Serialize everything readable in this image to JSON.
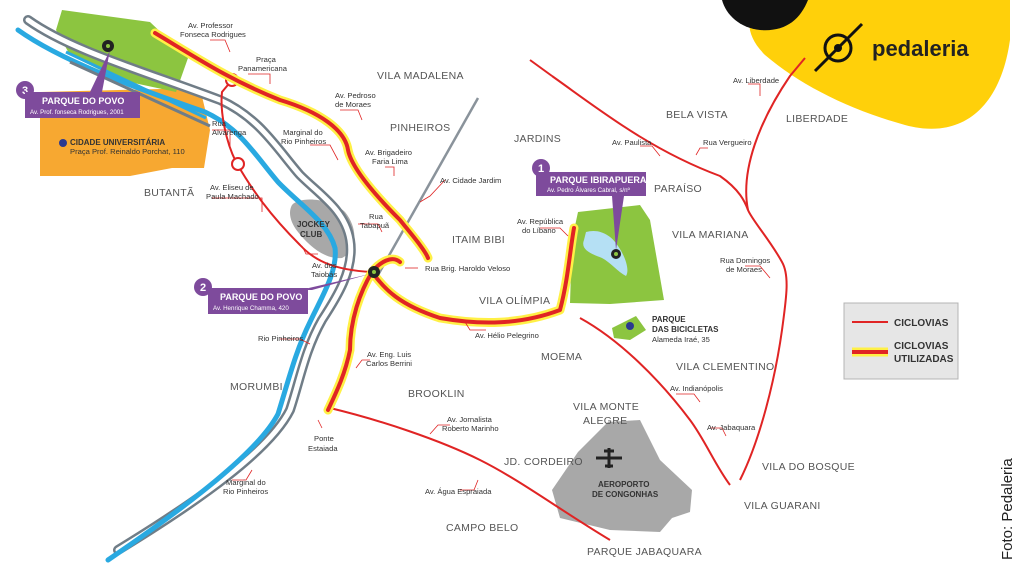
{
  "brand": {
    "name": "pedaleria",
    "credit": "Foto: Pedaleria",
    "colors": {
      "yellow": "#ffd00a",
      "black": "#111111",
      "purple": "#7e4b9c",
      "red": "#e02424",
      "green": "#8cc540",
      "orange": "#f7a831",
      "river_blue": "#29a9e1",
      "gray": "#a8a8a8"
    }
  },
  "neighborhoods": {
    "vila_madalena": "VILA MADALENA",
    "pinheiros": "PINHEIROS",
    "jardins": "JARDINS",
    "bela_vista": "BELA VISTA",
    "liberdade": "LIBERDADE",
    "paraiso": "PARAÍSO",
    "vila_mariana": "VILA MARIANA",
    "itaim_bibi": "ITAIM BIBI",
    "vila_olimpia": "VILA OLÍMPIA",
    "moema": "MOEMA",
    "vila_clementino": "VILA CLEMENTINO",
    "butanta": "BUTANTÃ",
    "morumbi": "MORUMBI",
    "brooklin": "BROOKLIN",
    "vila_monte_alegre_1": "VILA MONTE",
    "vila_monte_alegre_2": "ALEGRE",
    "jd_cordeiro": "JD. CORDEIRO",
    "vila_do_bosque": "VILA DO BOSQUE",
    "vila_guarani": "VILA GUARANI",
    "campo_belo": "CAMPO BELO",
    "parque_jabaquara": "PARQUE JABAQUARA"
  },
  "streets": {
    "prof_fonseca_1": "Av. Professor",
    "prof_fonseca_2": "Fonseca Rodrigues",
    "praca_pan_1": "Praça",
    "praca_pan_2": "Panamericana",
    "pedroso_1": "Av. Pedroso",
    "pedroso_2": "de Moraes",
    "alvarenga_1": "Rua",
    "alvarenga_2": "Alvarenga",
    "marginal_1": "Marginal do",
    "marginal_2": "Rio Pinheiros",
    "faria_lima_1": "Av. Brigadeiro",
    "faria_lima_2": "Faria Lima",
    "cidade_jardim": "Av. Cidade Jardim",
    "eliseu_1": "Av. Eliseu de",
    "eliseu_2": "Paula Machado",
    "tabapua_1": "Rua",
    "tabapua_2": "Tabapuã",
    "taiobas_1": "Av. dos",
    "taiobas_2": "Taiobás",
    "haroldo": "Rua Brig. Haroldo Veloso",
    "republica_1": "Av. República",
    "republica_2": "do Líbano",
    "paulista": "Av. Paulista",
    "vergueiro": "Rua Vergueiro",
    "liberdade_av": "Av. Liberdade",
    "domingos_1": "Rua Domingos",
    "domingos_2": "de Moraes",
    "pelegrino": "Av. Hélio Pelegrino",
    "rio_pinheiros": "Rio Pinheiros",
    "berrini_1": "Av. Eng. Luis",
    "berrini_2": "Carlos Berrini",
    "indianopolis": "Av. Indianópolis",
    "jabaquara": "Av. Jabaquara",
    "ponte_1": "Ponte",
    "ponte_2": "Estaiada",
    "roberto_1": "Av. Jornalista",
    "roberto_2": "Roberto Marinho",
    "agua": "Av. Água Espraiada",
    "marginal2_1": "Marginal do",
    "marginal2_2": "Rio Pinheiros"
  },
  "places": {
    "cidade_univ": "CIDADE UNIVERSITÁRIA",
    "cidade_univ_addr": "Praça Prof. Reinaldo Porchat, 110",
    "jockey_1": "JOCKEY",
    "jockey_2": "CLUB",
    "bicicletas_1": "PARQUE",
    "bicicletas_2": "DAS BICICLETAS",
    "bicicletas_addr": "Alameda Iraé, 35",
    "aeroporto_1": "AEROPORTO",
    "aeroporto_2": "DE CONGONHAS"
  },
  "parks": [
    {
      "number": "1",
      "title": "PARQUE IBIRAPUERA",
      "address": "Av. Pedro Álvares Cabral, s/nº"
    },
    {
      "number": "2",
      "title": "PARQUE DO POVO",
      "address": "Av. Henrique Chamma, 420"
    },
    {
      "number": "3",
      "title": "PARQUE DO POVO",
      "address": "Av. Prof. fonseca Rodrigues, 2001"
    }
  ],
  "legend": {
    "ciclovias": "CICLOVIAS",
    "utilizadas_1": "CICLOVIAS",
    "utilizadas_2": "UTILIZADAS"
  }
}
